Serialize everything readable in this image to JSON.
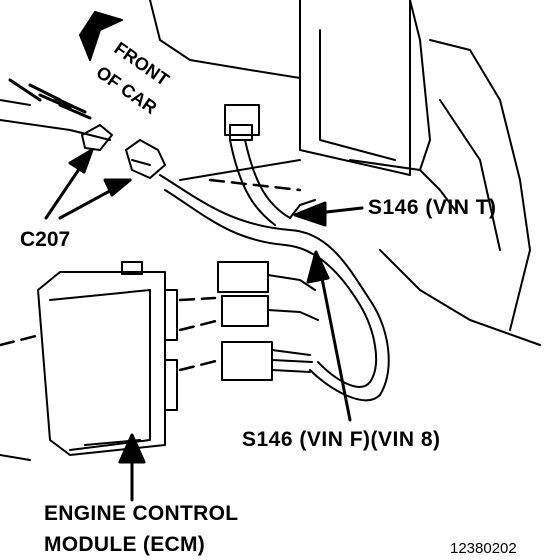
{
  "labels": {
    "front_line1": "FRONT",
    "front_line2": "OF CAR",
    "c207": "C207",
    "s146_vin_t": "S146 (VIN T)",
    "s146_vin_f_8": "S146 (VIN F)(VIN 8)",
    "ecm_line1": "ENGINE CONTROL",
    "ecm_line2": "MODULE (ECM)",
    "figure_number": "12380202"
  },
  "colors": {
    "ink": "#000000",
    "paper": "#ffffff"
  }
}
